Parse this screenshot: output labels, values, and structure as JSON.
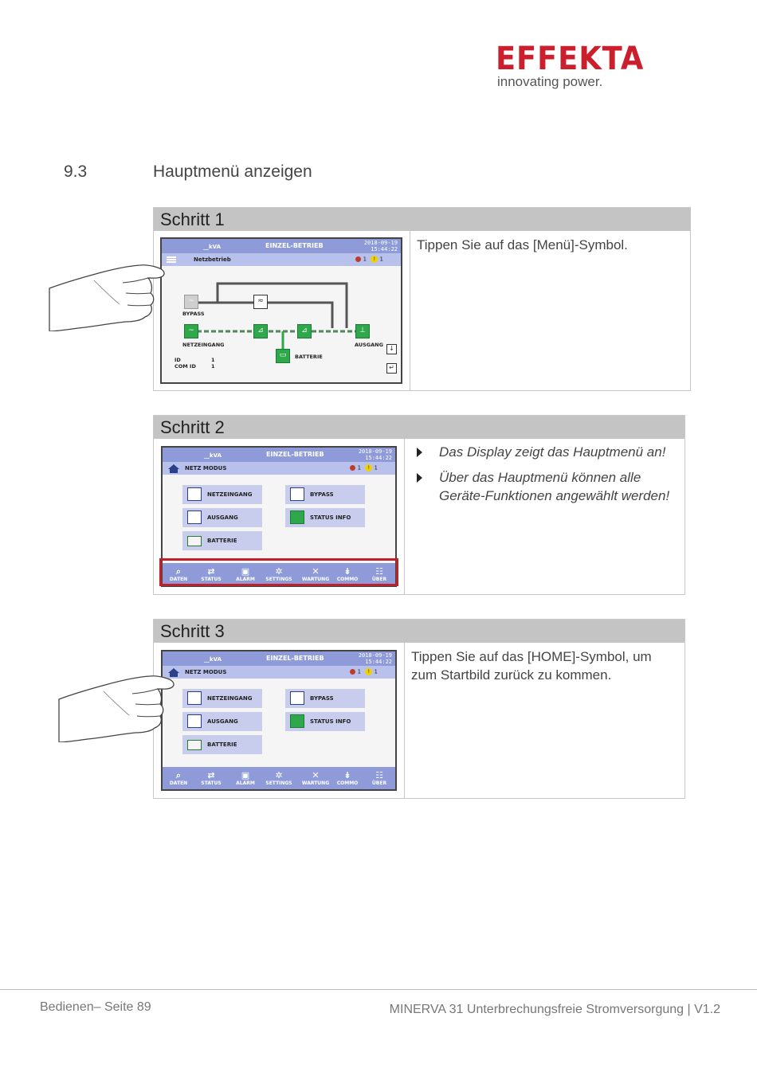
{
  "logo": {
    "brand": "EFFEKTA",
    "tagline": "innovating power.",
    "color": "#cc1f2e"
  },
  "section": {
    "number": "9.3",
    "title": "Hauptmenü anzeigen"
  },
  "steps": [
    {
      "title": "Schritt 1",
      "text": "Tippen Sie auf das [Menü]-Symbol."
    },
    {
      "title": "Schritt 2",
      "bullets": [
        "Das Display zeigt das Hauptmenü an!",
        "Über das Hauptmenü können alle Geräte-Funktionen angewählt werden!"
      ]
    },
    {
      "title": "Schritt 3",
      "text": "Tippen Sie auf das [HOME]-Symbol, um zum Startbild zurück zu kommen."
    }
  ],
  "screen": {
    "kva": "__kVA",
    "mode": "EINZEL-BETRIEB",
    "date": "2018-09-19",
    "time": "15:44:22",
    "alarm_red": "1",
    "alarm_yellow": "1",
    "yellow_mark": "!",
    "status1": "Netzbetrieb",
    "status_menu": "NETZ MODUS",
    "diagram": {
      "bypass": "BYPASS",
      "netzeingang": "NETZEINGANG",
      "ausgang": "AUSGANG",
      "batterie": "BATTERIE",
      "id_label": "ID",
      "id_value": "1",
      "comid_label": "COM ID",
      "comid_value": "1"
    },
    "menu_buttons": [
      "NETZEINGANG",
      "BYPASS",
      "AUSGANG",
      "STATUS INFO",
      "BATTERIE"
    ],
    "nav": [
      "DATEN",
      "STATUS",
      "ALARM",
      "SETTINGS",
      "WARTUNG",
      "COMMO",
      "ÜBER"
    ]
  },
  "footer": {
    "left": "Bedienen– Seite 89",
    "right": "MINERVA 31 Unterbrechungsfreie Stromversorgung | V1.2"
  }
}
